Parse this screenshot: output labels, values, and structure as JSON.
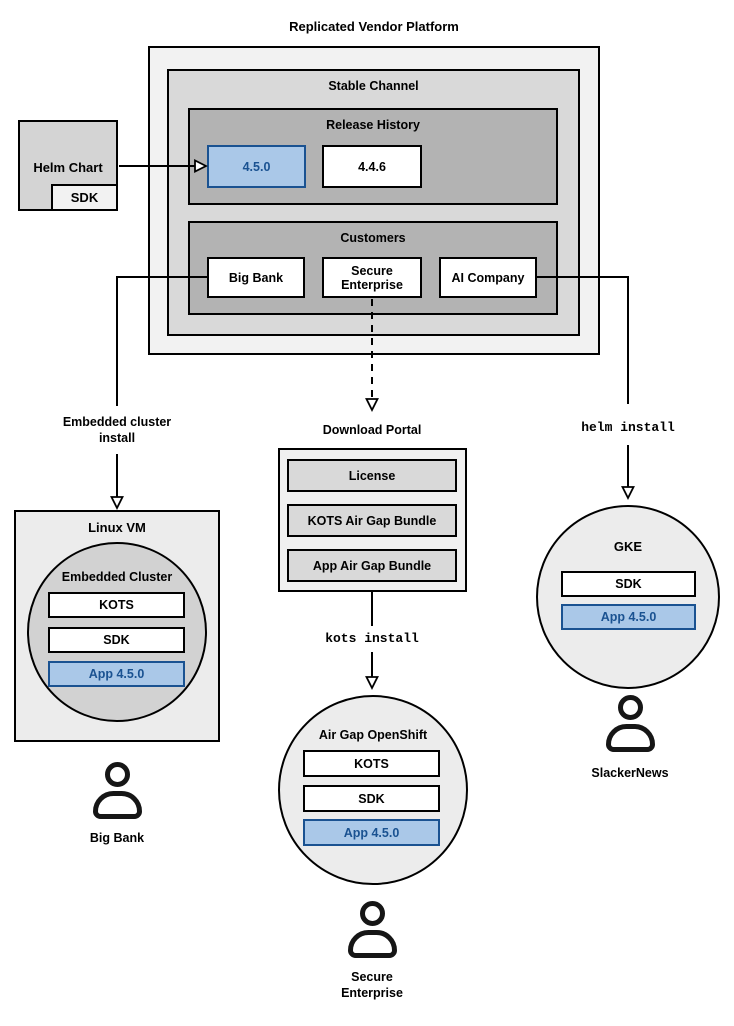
{
  "title": "Replicated Vendor Platform",
  "colors": {
    "blue_fill": "#aac8e8",
    "blue_border": "#1a5291",
    "blue_text": "#1a5291",
    "gray_platform": "#f2f2f2",
    "gray_channel": "#d9d9d9",
    "gray_inner": "#b3b3b3",
    "gray_node": "#ececec",
    "gray_cluster_circle": "#d2d2d2",
    "gray_helm": "#d4d4d4",
    "gray_portal_item": "#d9d9d9"
  },
  "platform": {
    "stable_channel_label": "Stable Channel",
    "release_history_label": "Release History",
    "releases": [
      "4.5.0",
      "4.4.6"
    ],
    "customers_label": "Customers",
    "customers": [
      "Big Bank",
      "Secure Enterprise",
      "AI Company"
    ]
  },
  "helm_chart": {
    "label": "Helm Chart",
    "sdk_label": "SDK"
  },
  "left_flow": {
    "edge_label": "Embedded cluster\ninstall",
    "vm_label": "Linux VM",
    "cluster_label": "Embedded Cluster",
    "components": [
      "KOTS",
      "SDK",
      "App 4.5.0"
    ],
    "user_label": "Big Bank"
  },
  "middle_flow": {
    "portal_label": "Download Portal",
    "portal_items": [
      "License",
      "KOTS Air Gap Bundle",
      "App Air Gap Bundle"
    ],
    "command": "kots install",
    "cluster_label": "Air Gap OpenShift",
    "components": [
      "KOTS",
      "SDK",
      "App 4.5.0"
    ],
    "user_label": "Secure\nEnterprise"
  },
  "right_flow": {
    "command": "helm install",
    "cluster_label": "GKE",
    "components": [
      "SDK",
      "App 4.5.0"
    ],
    "user_label": "SlackerNews"
  }
}
